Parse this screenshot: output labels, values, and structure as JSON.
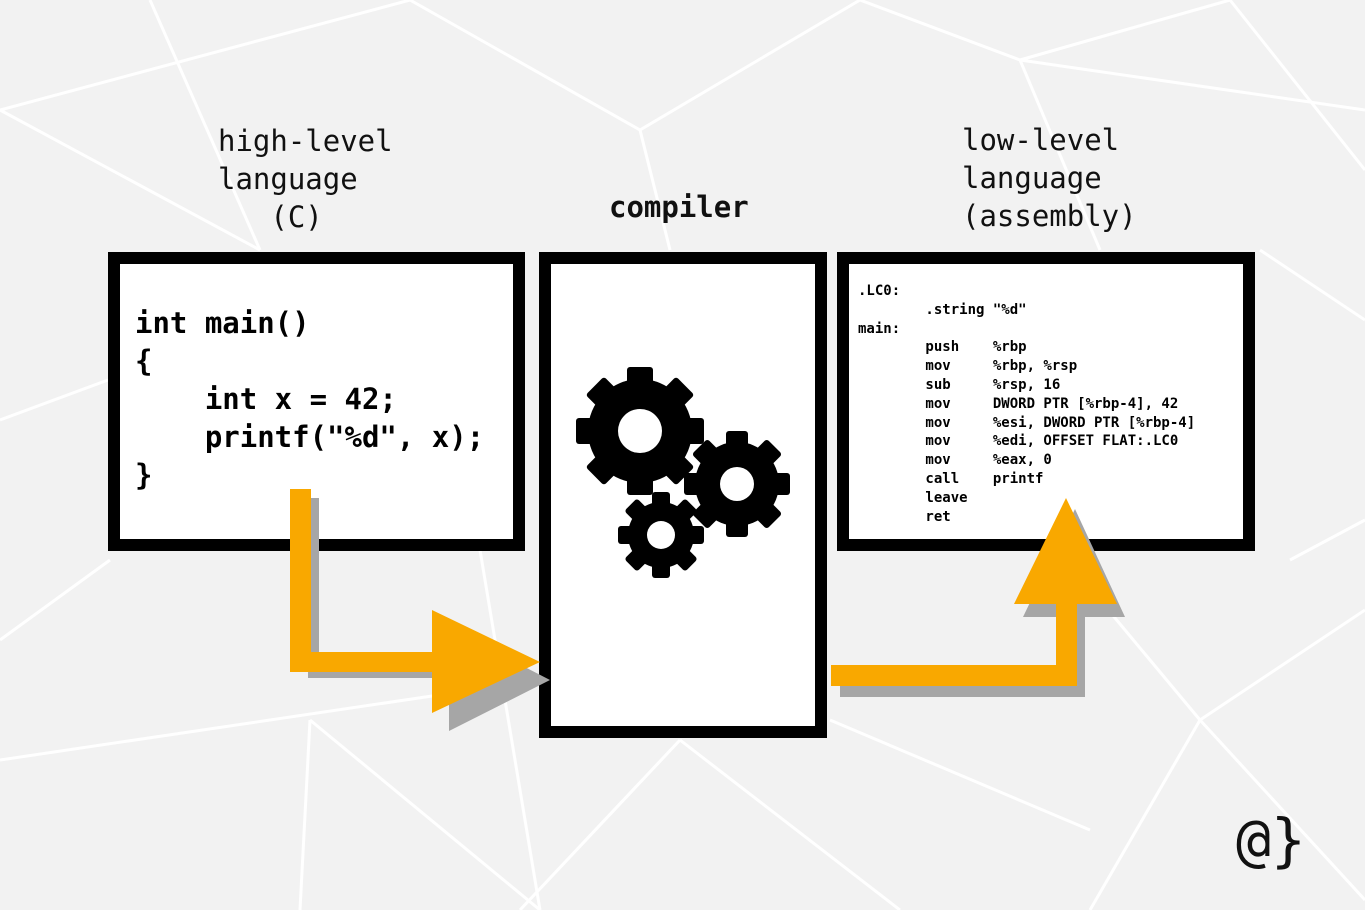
{
  "labels": {
    "high_level": "high-level\nlanguage\n   (C)",
    "compiler": "compiler",
    "low_level": "low-level\nlanguage\n(assembly)"
  },
  "c_code": [
    "int main()",
    "{",
    "    int x = 42;",
    "    printf(\"%d\", x);",
    "}"
  ],
  "asm_code": [
    ".LC0:",
    "        .string \"%d\"",
    "main:",
    "        push    %rbp",
    "        mov     %rbp, %rsp",
    "        sub     %rsp, 16",
    "        mov     DWORD PTR [%rbp-4], 42",
    "        mov     %esi, DWORD PTR [%rbp-4]",
    "        mov     %edi, OFFSET FLAT:.LC0",
    "        mov     %eax, 0",
    "        call    printf",
    "        leave",
    "        ret"
  ],
  "logo_text": "@}",
  "icons": {
    "compiler": "gears-icon",
    "arrow_in": "arrow-right-icon",
    "arrow_out": "arrow-up-icon"
  },
  "colors": {
    "arrow": "#f9a800",
    "arrow_shadow": "#a6a6a6",
    "background": "#f2f2f2",
    "lines": "#ffffff",
    "box_border": "#000000"
  }
}
